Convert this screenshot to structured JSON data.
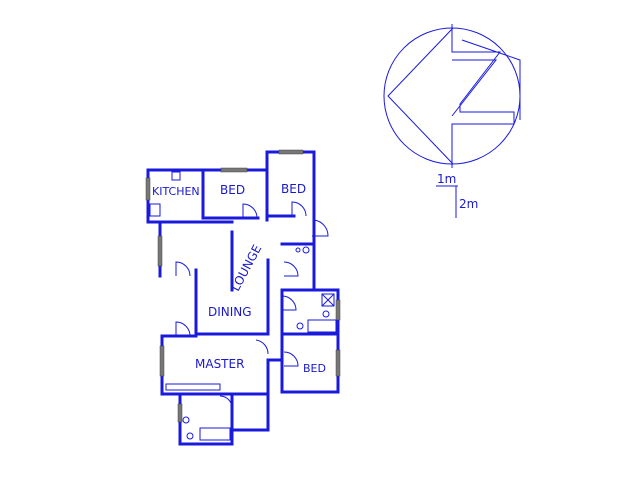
{
  "rooms": {
    "kitchen": "KITCHEN",
    "bed1": "BED",
    "bed2": "BED",
    "lounge": "LOUNGE",
    "dining": "DINING",
    "master": "MASTER",
    "bed3": "BED"
  },
  "scale": {
    "one": "1m",
    "two": "2m"
  },
  "compass": {
    "letter": "N"
  },
  "colors": {
    "wall": "#1a1add",
    "text": "#1a1acc",
    "window": "#777777"
  }
}
